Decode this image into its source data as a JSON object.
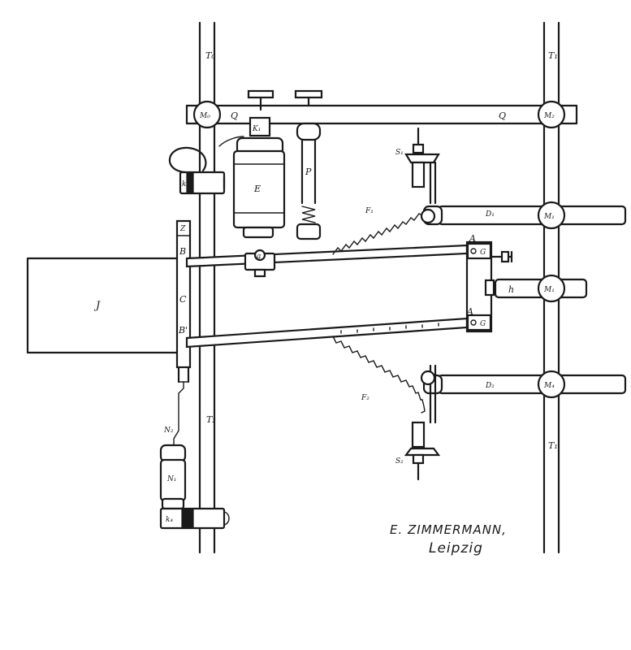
{
  "labels": {
    "T0": "T₀",
    "T1_top": "T₁",
    "T1_bottom": "T₁",
    "T2": "T₂",
    "M0": "M₀",
    "M2": "M₂",
    "M1_upper": "M₁",
    "M1_mid": "M₁",
    "M4": "M₄",
    "Q_left": "Q",
    "Q_right": "Q",
    "K1": "K₁",
    "E": "E",
    "P": "P",
    "k1": "k₁",
    "S1": "S₁",
    "D1": "D₁",
    "F1": "F₁",
    "J": "J",
    "Z": "Z",
    "B_upper": "B",
    "C": "C",
    "B_lower": "B'",
    "a": "a",
    "A_upper": "A",
    "G_upper": "G",
    "h": "h",
    "A_lower": "A",
    "G_lower": "G",
    "F2": "F₂",
    "D2": "D₂",
    "S2": "S₂",
    "N2": "N₂",
    "N1": "N₁",
    "k4": "k₄"
  },
  "maker": {
    "name": "E. ZIMMERMANN,",
    "city": "Leipzig"
  }
}
